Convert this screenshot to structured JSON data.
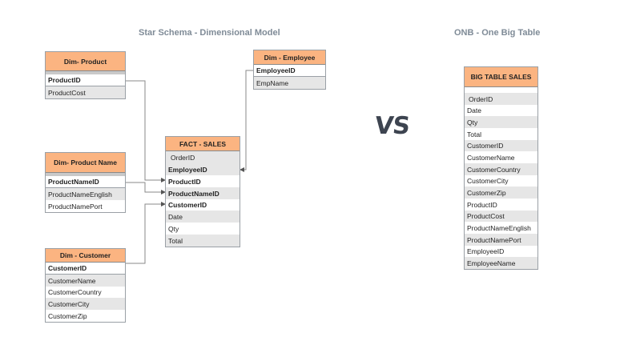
{
  "headings": {
    "star": "Star Schema - Dimensional Model",
    "onb": "ONB - One Big Table",
    "vs": "VS"
  },
  "tables": {
    "dim_product": {
      "title": "Dim- Product",
      "rows": [
        "ProductID",
        "ProductCost"
      ]
    },
    "dim_product_name": {
      "title": "Dim- Product Name",
      "rows": [
        "ProductNameID",
        "ProductNameEnglish",
        "ProductNamePort"
      ]
    },
    "dim_customer": {
      "title": "Dim - Customer",
      "rows": [
        "CustomerID",
        "CustomerName",
        "CustomerCountry",
        "CustomerCity",
        "CustomerZip"
      ]
    },
    "dim_employee": {
      "title": "Dim - Employee",
      "rows": [
        "EmployeeID",
        "EmpName"
      ]
    },
    "fact_sales": {
      "title": "FACT - SALES",
      "rows": [
        "OrderID",
        "EmployeeID",
        "ProductID",
        "ProductNameID",
        "CustomerID",
        "Date",
        "Qty",
        "Total"
      ]
    },
    "big_table_sales": {
      "title": "BIG TABLE SALES",
      "rows": [
        "OrderID",
        "Date",
        "Qty",
        "Total",
        "CustomerID",
        "CustomerName",
        "CustomerCountry",
        "CustomerCity",
        "CustomerZip",
        "ProductID",
        "ProductCost",
        "ProductNameEnglish",
        "ProductNamePort",
        "EmployeeID",
        "EmployeeName"
      ]
    }
  },
  "colors": {
    "header_fill": "#fbb481",
    "row_alt": "#e6e6e6",
    "connector": "#8a8a8a",
    "heading_text": "#7f8b97"
  }
}
